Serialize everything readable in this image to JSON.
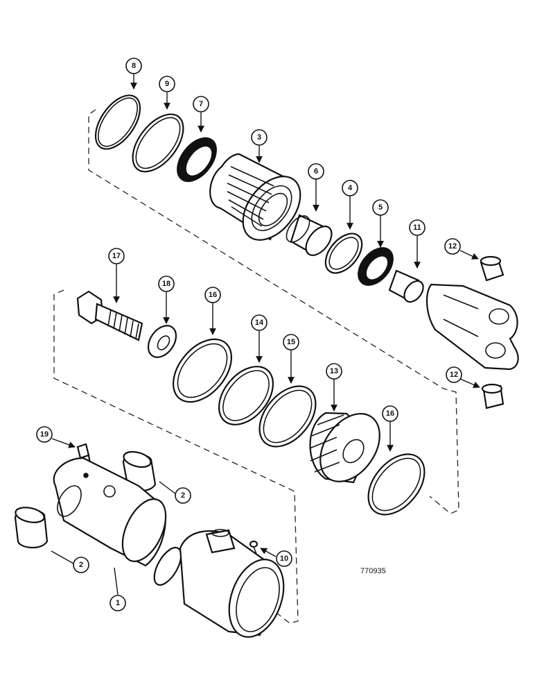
{
  "drawing_number": "770935",
  "callouts": {
    "c1": "1",
    "c2a": "2",
    "c2b": "2",
    "c3": "3",
    "c4": "4",
    "c5": "5",
    "c6": "6",
    "c7": "7",
    "c8": "8",
    "c9": "9",
    "c10": "10",
    "c11": "11",
    "c12a": "12",
    "c12b": "12",
    "c13": "13",
    "c14": "14",
    "c15": "15",
    "c16a": "16",
    "c16b": "16",
    "c17": "17",
    "c18": "18",
    "c19": "19"
  }
}
